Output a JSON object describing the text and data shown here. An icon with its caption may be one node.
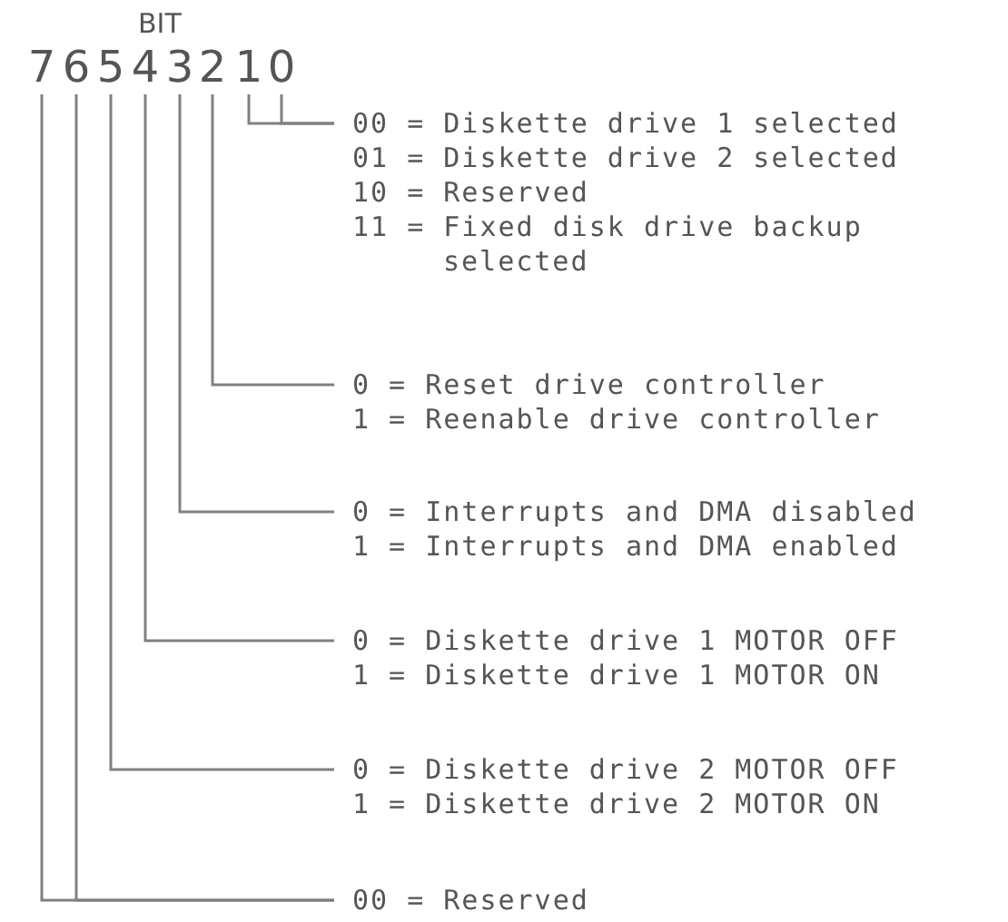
{
  "diagram": {
    "nodes": [
      {
        "text": [
          "7"
        ]
      },
      {
        "text": [
          "6"
        ]
      },
      {
        "text": [
          "5"
        ]
      },
      {
        "text": [
          "4"
        ]
      },
      {
        "text": [
          "3"
        ]
      },
      {
        "text": [
          "2"
        ]
      },
      {
        "text": [
          "1"
        ]
      },
      {
        "text": [
          "0"
        ]
      },
      {
        "text": [
          "00 = Diskette drive 1 selected",
          "01 = Diskette drive 2 selected",
          "10 = Reserved",
          "11 = Fixed disk drive backup selected"
        ]
      },
      {
        "text": [
          "0 = Reset drive controller",
          "1 = Reenable drive controller"
        ]
      },
      {
        "text": [
          "0 = Interrupts and DMA disabled",
          "1 = Interrupts and DMA enabled"
        ]
      },
      {
        "text": [
          "0 = Diskette drive 1 MOTOR OFF",
          "1 = Diskette drive 1 MOTOR ON"
        ]
      },
      {
        "text": [
          "0 = Diskette drive 2 MOTOR OFF",
          "1 = Diskette drive 2 MOTOR ON"
        ]
      },
      {
        "text": [
          "00 = Reserved"
        ]
      }
    ],
    "edges": [
      {
        "from": 6,
        "to": 8,
        "arrow": "none"
      },
      {
        "from": 7,
        "to": 8,
        "arrow": "none"
      },
      {
        "from": 5,
        "to": 9,
        "arrow": "none"
      },
      {
        "from": 4,
        "to": 10,
        "arrow": "none"
      },
      {
        "from": 3,
        "to": 11,
        "arrow": "none"
      },
      {
        "from": 2,
        "to": 12,
        "arrow": "none"
      },
      {
        "from": 0,
        "to": 13,
        "arrow": "none"
      },
      {
        "from": 1,
        "to": 13,
        "arrow": "none"
      }
    ],
    "labels": [
      "BIT"
    ]
  }
}
